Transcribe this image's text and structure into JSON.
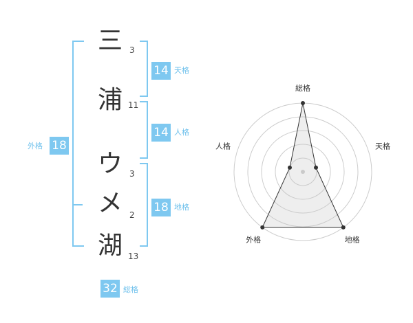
{
  "name": {
    "chars": [
      {
        "char": "三",
        "strokes": "3"
      },
      {
        "char": "浦",
        "strokes": "11"
      },
      {
        "char": "ウ",
        "strokes": "3"
      },
      {
        "char": "メ",
        "strokes": "2"
      },
      {
        "char": "湖",
        "strokes": "13"
      }
    ]
  },
  "fortunes": {
    "tenkaku": {
      "value": "14",
      "label": "天格"
    },
    "jinkaku": {
      "value": "14",
      "label": "人格"
    },
    "chikaku": {
      "value": "18",
      "label": "地格"
    },
    "gaikaku": {
      "value": "18",
      "label": "外格"
    },
    "soukaku": {
      "value": "32",
      "label": "総格"
    }
  },
  "colors": {
    "accent": "#7ec8f0",
    "text": "#333333",
    "grid": "#cccccc"
  },
  "chart_data": {
    "type": "radar",
    "axes": [
      "総格",
      "天格",
      "地格",
      "外格",
      "人格"
    ],
    "values": [
      5,
      1,
      5,
      5,
      1
    ],
    "range": [
      0,
      5
    ]
  }
}
